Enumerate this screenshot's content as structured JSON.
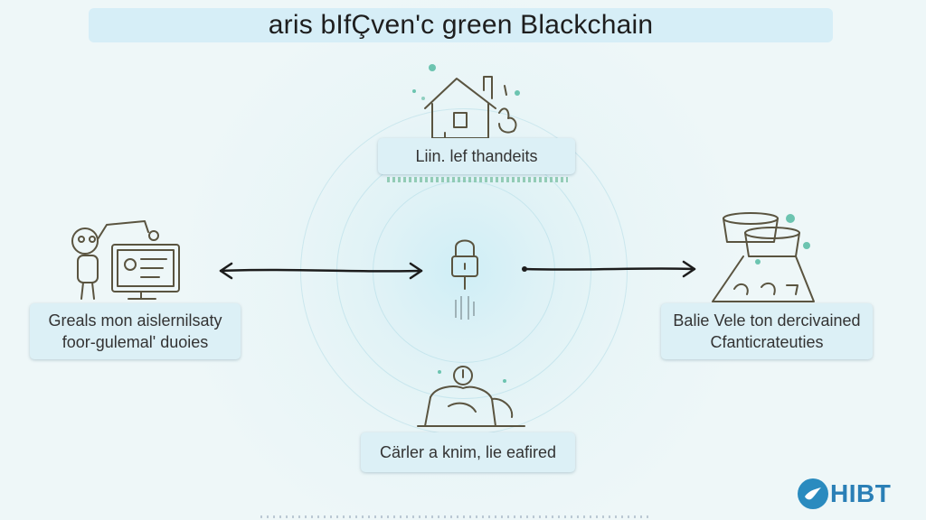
{
  "title": "aris bIfÇven'c green Blackchain",
  "nodes": {
    "top": {
      "label": "Liin. lef thandeits",
      "icon": "house-icon"
    },
    "left": {
      "line1": "Greals mon aislernilsaty",
      "line2": "foor-gulemal' duoies",
      "icon": "robot-computer-icon"
    },
    "right": {
      "line1": "Balie Vele ton dercivained",
      "line2": "Cfanticrateuties",
      "icon": "bowls-icon"
    },
    "bottom": {
      "label": "Cärler a knim, lie eafired",
      "icon": "rocks-icon"
    },
    "center": {
      "icon": "padlock-icon"
    }
  },
  "logo": {
    "text": "HIBT",
    "icon": "bird-icon"
  },
  "colors": {
    "background": "#eef7f8",
    "box": "#dcf0f6",
    "accent": "#2a8bbf",
    "line": "#5a5440",
    "dot": "#6cc4b0"
  }
}
